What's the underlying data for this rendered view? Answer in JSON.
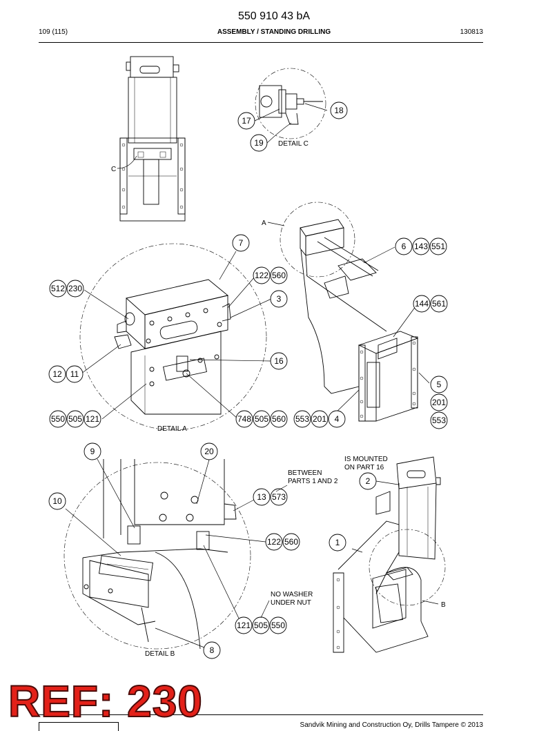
{
  "header": {
    "doc_number": "550 910 43 bA",
    "page_info": "109 (115)",
    "section_title": "ASSEMBLY / STANDING DRILLING",
    "date_code": "130813"
  },
  "views": {
    "top": {
      "detail_c_ref": "C",
      "detail_c_title": "DETAIL C",
      "balloons": [
        "17",
        "18",
        "19"
      ]
    },
    "middle": {
      "detail_a_ref": "A",
      "detail_a_title": "DETAIL A",
      "balloons": {
        "b7": "7",
        "b512": "512",
        "b230": "230",
        "b122": "122",
        "b560a": "560",
        "b3": "3",
        "b16": "16",
        "b12": "12",
        "b11": "11",
        "b550": "550",
        "b505a": "505",
        "b121": "121",
        "b748": "748",
        "b505b": "505",
        "b560b": "560",
        "b553a": "553",
        "b201a": "201",
        "b4": "4",
        "b6": "6",
        "b143": "143",
        "b551": "551",
        "b144": "144",
        "b561": "561",
        "b5": "5",
        "b201b": "201",
        "b553b": "553"
      }
    },
    "bottom": {
      "detail_b_ref": "B",
      "detail_b_title": "DETAIL B",
      "note_mounted_1": "IS MOUNTED",
      "note_mounted_2": "ON PART 16",
      "note_between_1": "BETWEEN",
      "note_between_2": "PARTS 1 AND 2",
      "note_washer_1": "NO WASHER",
      "note_washer_2": "UNDER NUT",
      "balloons": {
        "b9": "9",
        "b20": "20",
        "b10": "10",
        "b13": "13",
        "b573": "573",
        "b2": "2",
        "b122": "122",
        "b560": "560",
        "b1": "1",
        "b121": "121",
        "b505": "505",
        "b550": "550",
        "b8": "8"
      }
    }
  },
  "stamp": {
    "text": "REF: 230",
    "color": "#e32119"
  },
  "footer": {
    "text": "Sandvik Mining and Construction Oy, Drills Tampere © 2013"
  }
}
